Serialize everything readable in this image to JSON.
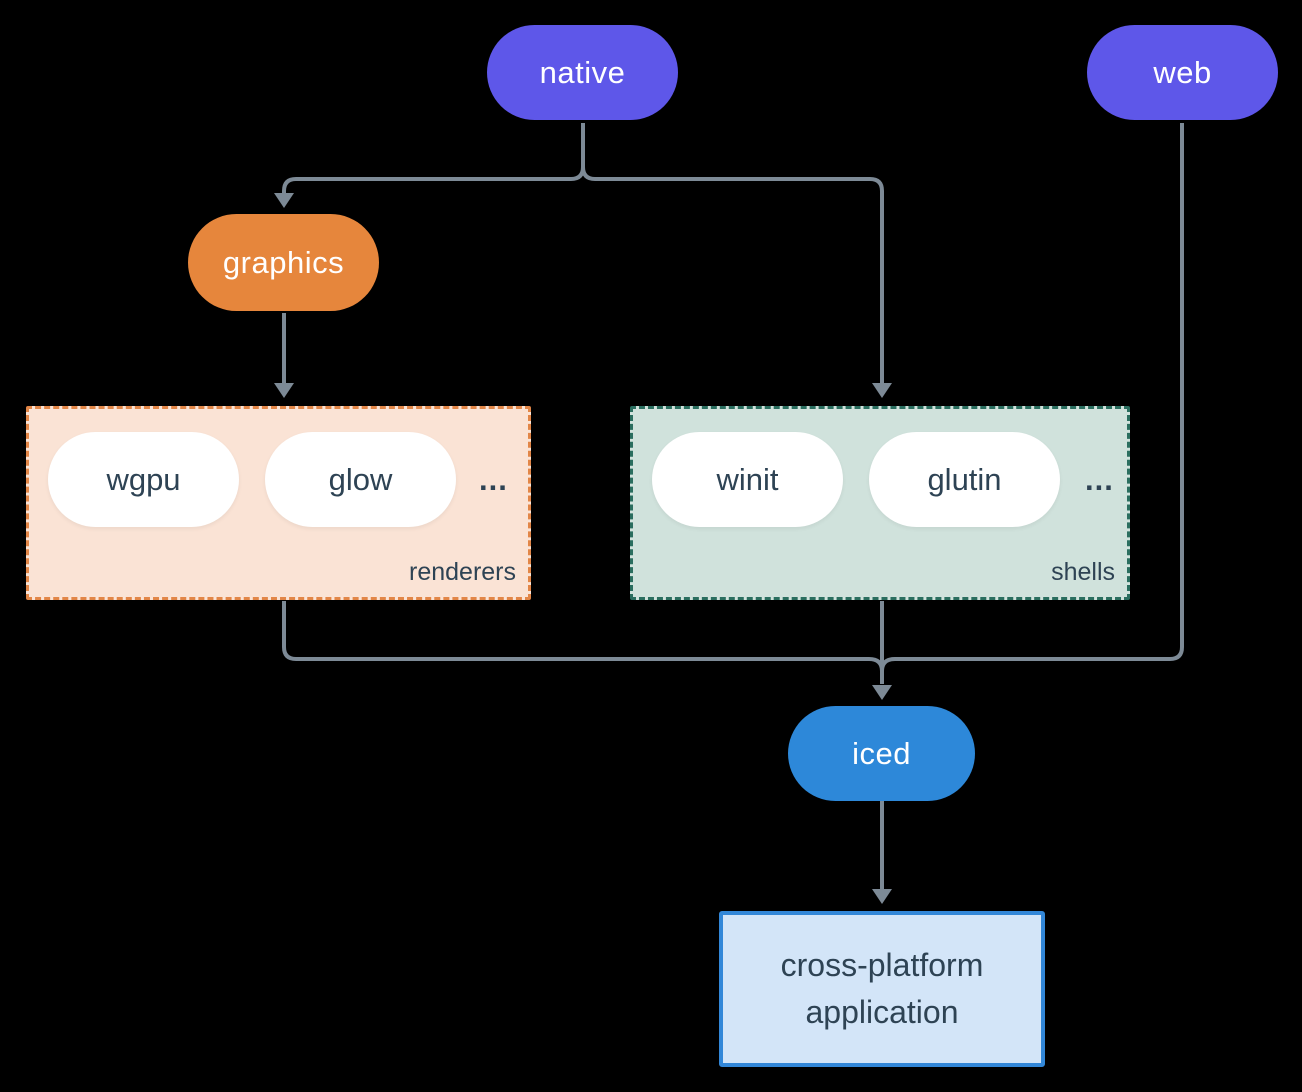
{
  "colors": {
    "background": "#000000",
    "purple": "#5e57e9",
    "orange": "#e6863c",
    "blue": "#2d88d9",
    "peach-bg": "#fae3d5",
    "peach-border": "#e28647",
    "teal-bg": "#d0e2dc",
    "teal-border": "#2a6e5f",
    "app-bg": "#d3e5f8",
    "app-border": "#3287d8",
    "slate": "#2e4354",
    "line": "#7d8a96",
    "node-text": "#ffffff",
    "item-bg": "#ffffff"
  },
  "nodes": {
    "native": {
      "label": "native"
    },
    "web": {
      "label": "web"
    },
    "graphics": {
      "label": "graphics"
    },
    "iced": {
      "label": "iced"
    },
    "application": {
      "line1": "cross-platform",
      "line2": "application"
    }
  },
  "groups": {
    "renderers": {
      "label": "renderers",
      "items": [
        "wgpu",
        "glow"
      ],
      "ellipsis": "..."
    },
    "shells": {
      "label": "shells",
      "items": [
        "winit",
        "glutin"
      ],
      "ellipsis": "..."
    }
  }
}
